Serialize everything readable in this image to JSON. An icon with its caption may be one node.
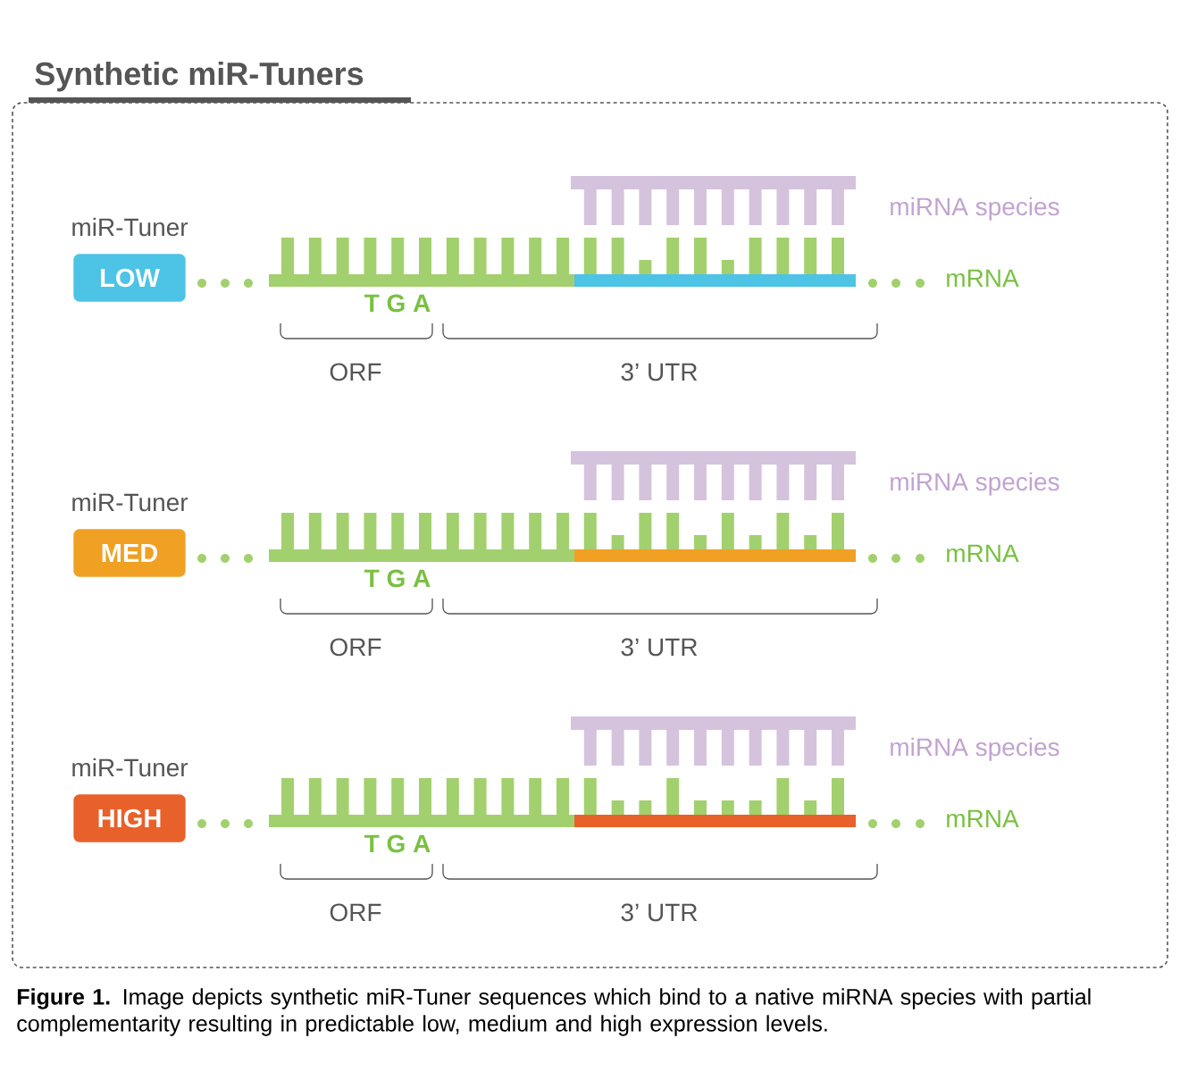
{
  "diagram": {
    "title": "Synthetic miR-Tuners",
    "caption": "**Figure 1.** Image depicts synthetic miR-Tuner sequences which bind to a native miRNA species with partial complementarity resulting in predictable low, medium and high expression levels.",
    "nodes": [
      {
        "text": [
          "miR-Tuner",
          "LOW"
        ]
      },
      {
        "text": [
          "miR-Tuner",
          "MED"
        ]
      },
      {
        "text": [
          "miR-Tuner",
          "HIGH"
        ]
      }
    ],
    "labels": [
      "miRNA species",
      "mRNA",
      "T G A",
      "ORF",
      "3’ UTR",
      "miRNA species",
      "mRNA",
      "T G A",
      "ORF",
      "3’ UTR",
      "miRNA species",
      "mRNA",
      "T G A",
      "ORF",
      "3’ UTR"
    ]
  }
}
